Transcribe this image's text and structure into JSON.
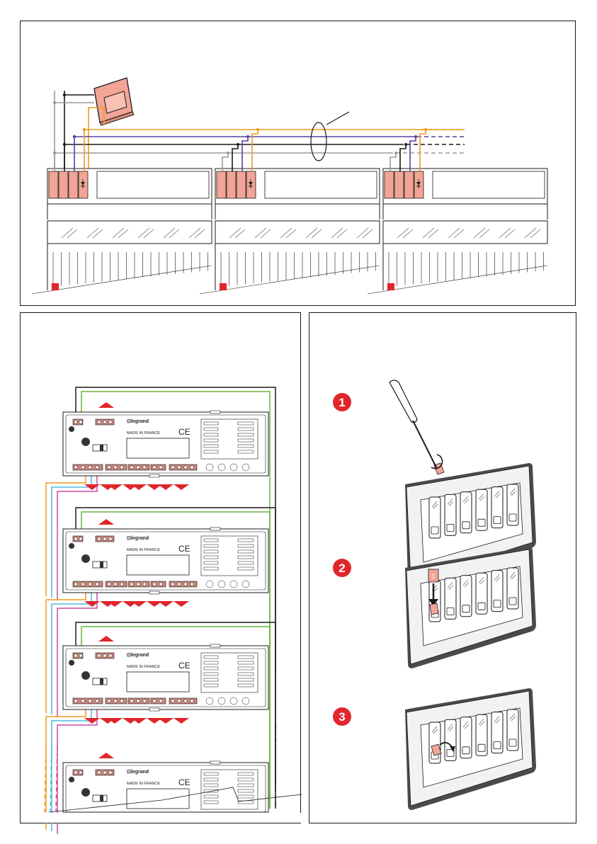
{
  "colors": {
    "salmon": "#f2a596",
    "orange": "#f29a1f",
    "purple": "#5b3f9a",
    "gray": "#9a9a9a",
    "black": "#1a1a1a",
    "red": "#e0262b",
    "green": "#6cb33f",
    "cyan": "#4fb8e0",
    "magenta": "#cc4aa6",
    "terminal": "#c8857a"
  },
  "module": {
    "brand": "legrand",
    "made_in": "MADE IN FRANCE",
    "ce_mark": "CE"
  },
  "steps": [
    {
      "number": "1"
    },
    {
      "number": "2"
    },
    {
      "number": "3"
    }
  ],
  "step2_tag": "1",
  "icons": {
    "pushbutton": "pushbutton-switch-icon",
    "screwdriver": "screwdriver-icon",
    "diode": "diode-symbol-icon",
    "arrow": "red-arrow-icon"
  }
}
